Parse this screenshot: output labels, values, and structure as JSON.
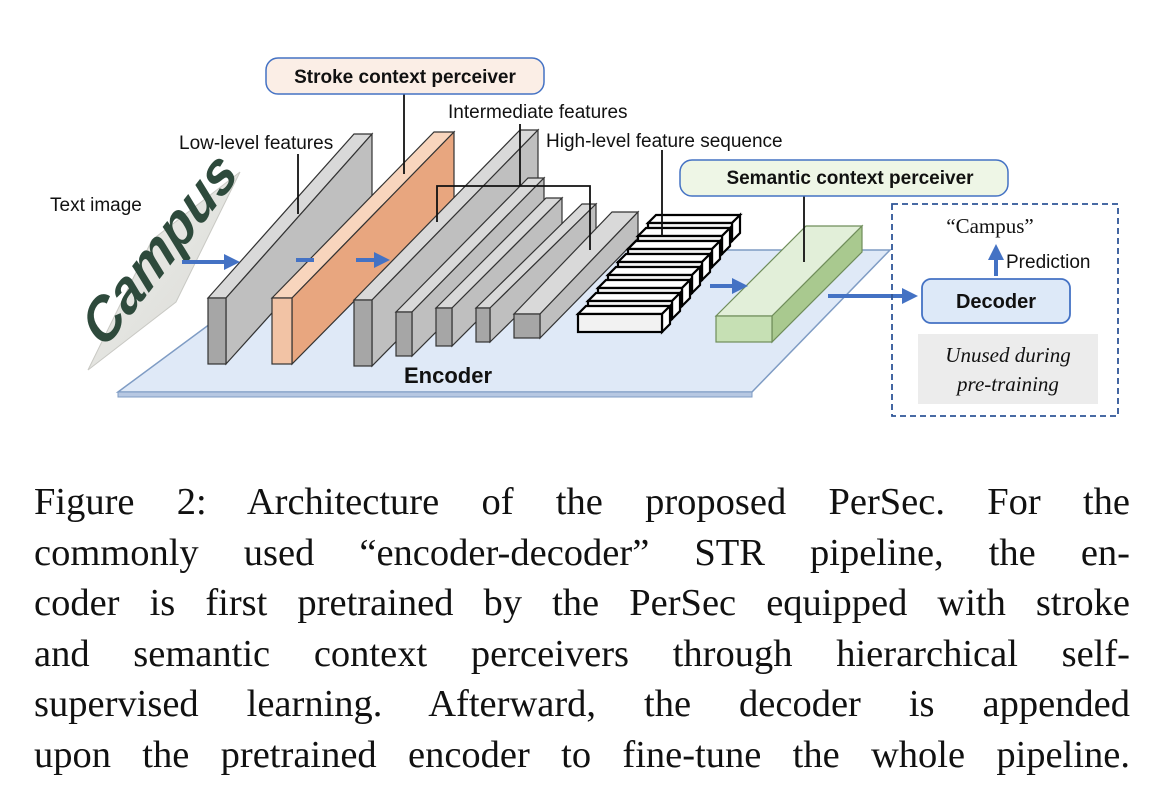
{
  "figure": {
    "labels": {
      "stroke_perceiver": "Stroke context perceiver",
      "intermediate": "Intermediate features",
      "low_level": "Low-level features",
      "high_level": "High-level feature sequence",
      "semantic_perceiver": "Semantic context perceiver",
      "text_image": "Text image",
      "input_word": "Campus",
      "prediction_output": "“Campus”",
      "prediction": "Prediction",
      "decoder": "Decoder",
      "encoder": "Encoder",
      "unused_line1": "Unused during",
      "unused_line2": "pre-training"
    },
    "colors": {
      "stroke_box_fill": "#fbeee6",
      "semantic_box_fill": "#eef6e6",
      "decoder_fill": "#dde9f8",
      "encoder_plate": "#dfe9f7",
      "arrow": "#4472c4",
      "stroke_layer": "#f2c3a5",
      "semantic_layer": "#c6e0b4"
    }
  },
  "caption": {
    "lines": [
      "Figure 2: Architecture of the proposed PerSec. For the",
      "commonly used “encoder-decoder” STR pipeline, the en-",
      "coder is first pretrained by the PerSec equipped with stroke",
      "and semantic context perceivers through hierarchical self-",
      "supervised learning. Afterward, the decoder is appended",
      "upon the pretrained encoder to fine-tune the whole pipeline."
    ]
  }
}
